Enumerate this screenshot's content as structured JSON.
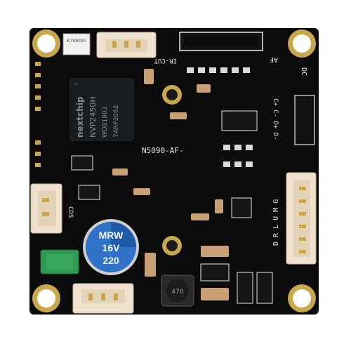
{
  "image": {
    "subject": "Camera module PCB",
    "colors": {
      "pcb": "#0b0b0c",
      "silkscreen": "#e8e8e8",
      "connector": "#efe3cf",
      "capacitor": "#2f72c8",
      "gold": "#d8b45a"
    }
  },
  "labels": {
    "chip_brand": "nextchip",
    "chip_model": "NVP2450H",
    "chip_line2": "WD01803",
    "chip_line3": "7ARP2062",
    "board_name": "N5090-AF-",
    "af": "AF",
    "ir_cut": "IR-CUT",
    "dc": "DC",
    "cds": "CDS",
    "pins_right": "D R L U M G",
    "pins_mid": "C+ C- D+ D-",
    "cap_brand": "MRW",
    "cap_voltage": "16V",
    "cap_value": "220",
    "inductor": "470",
    "small_label": "K7V8020"
  }
}
